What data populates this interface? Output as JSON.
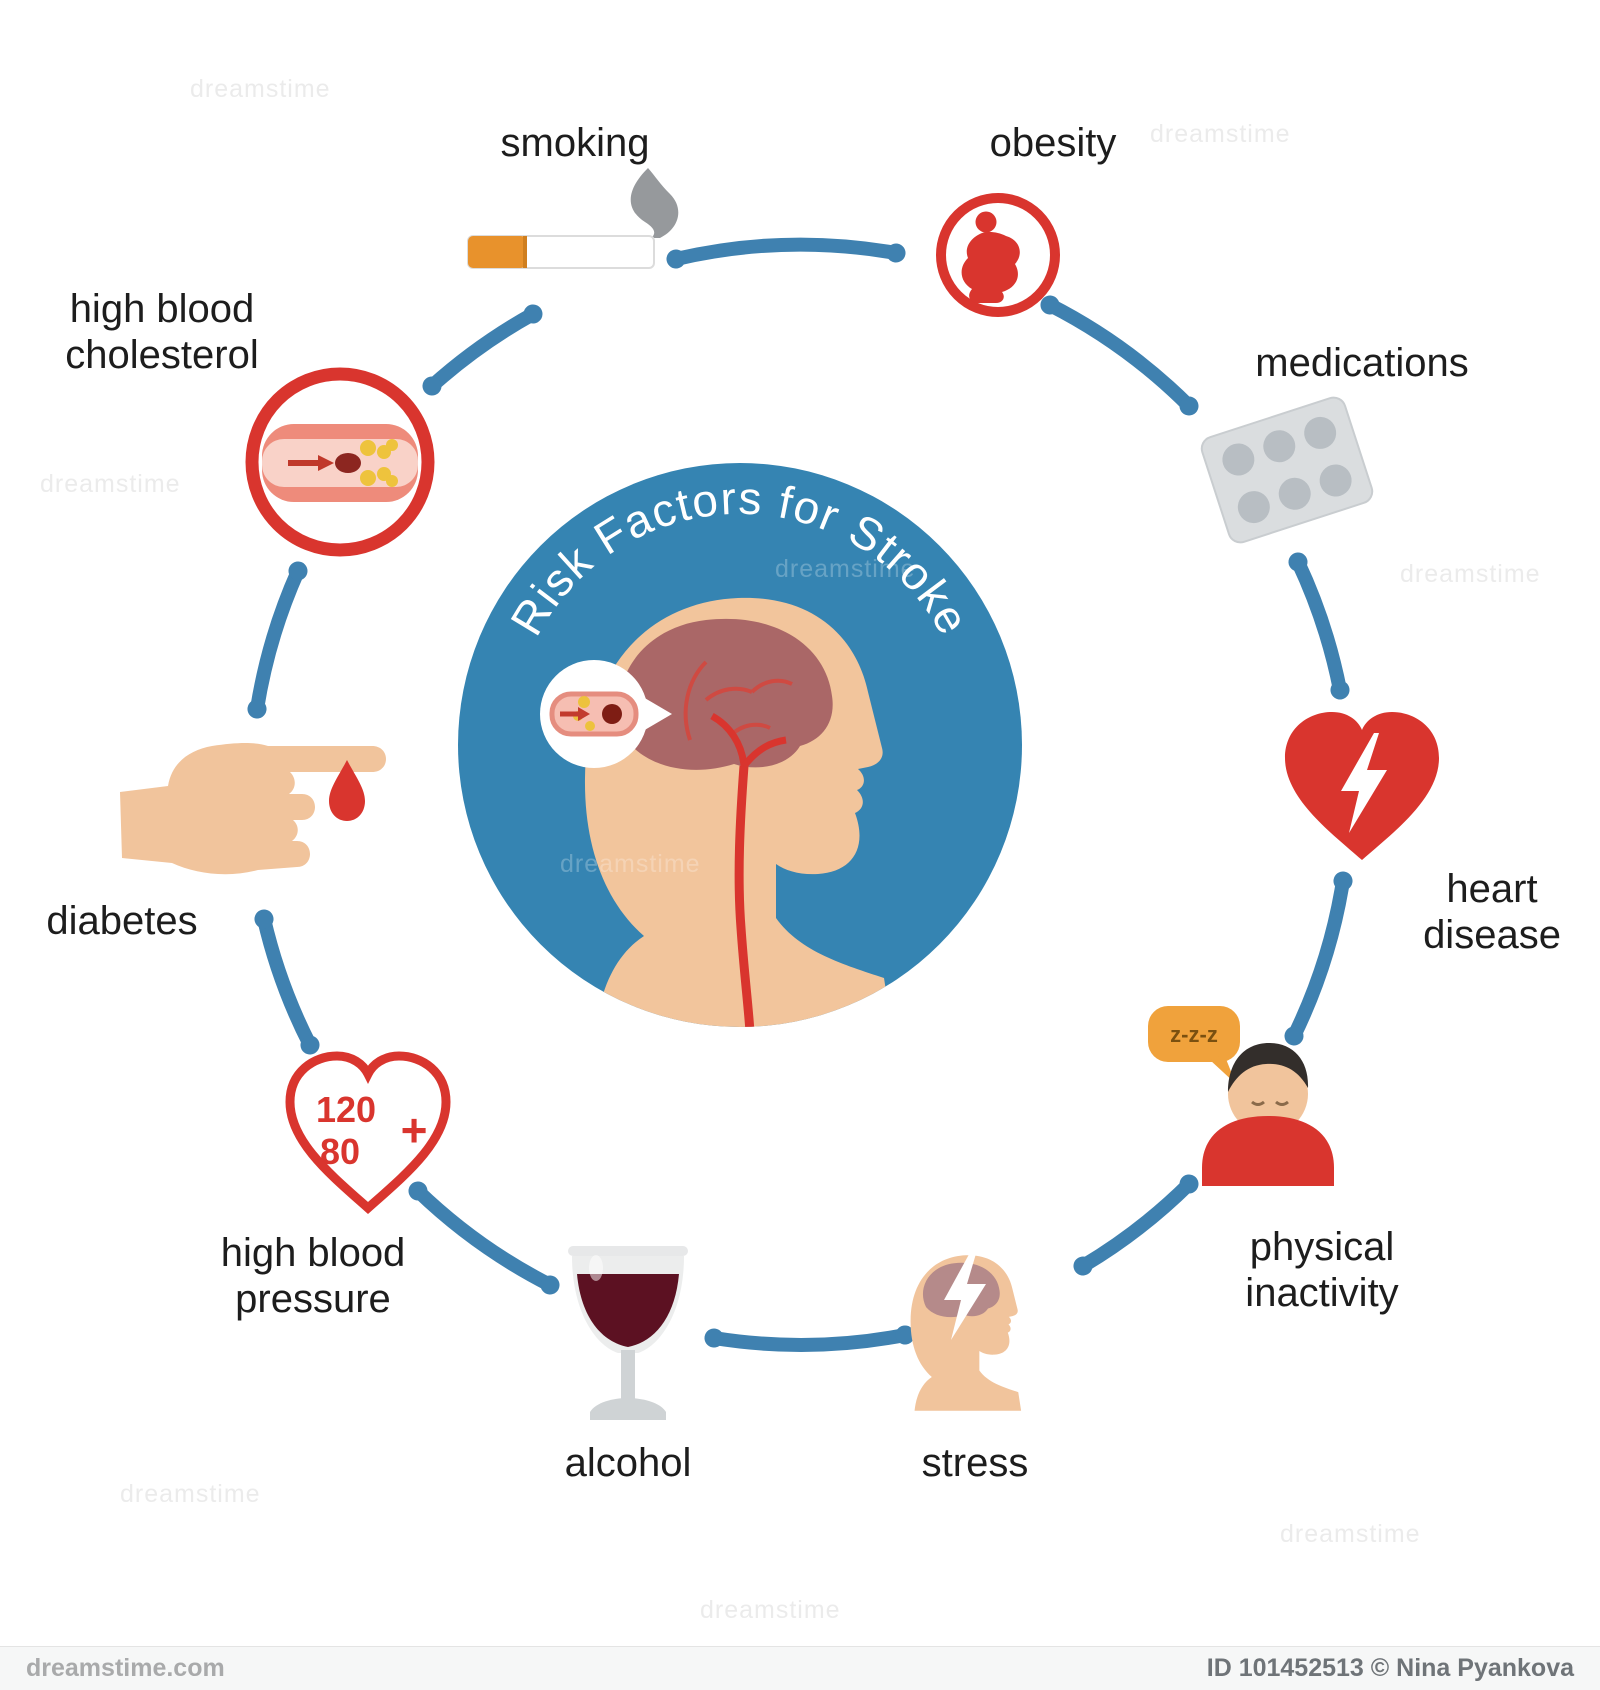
{
  "title": "Risk Factors for Stroke",
  "items": [
    {
      "id": "smoking",
      "label": "smoking"
    },
    {
      "id": "obesity",
      "label": "obesity"
    },
    {
      "id": "medications",
      "label": "medications"
    },
    {
      "id": "heart-disease",
      "label": "heart\ndisease"
    },
    {
      "id": "physical-inactivity",
      "label": "physical\ninactivity"
    },
    {
      "id": "stress",
      "label": "stress"
    },
    {
      "id": "alcohol",
      "label": "alcohol"
    },
    {
      "id": "high-blood-pressure",
      "label": "high blood\npressure"
    },
    {
      "id": "diabetes",
      "label": "diabetes"
    },
    {
      "id": "high-blood-cholesterol",
      "label": "high blood\ncholesterol"
    }
  ],
  "icon_details": {
    "bp_systolic": "120",
    "bp_diastolic": "80",
    "bp_plus": "+",
    "sleep_text": "z-z-z"
  },
  "watermark": {
    "text": "dreamstime"
  },
  "footer": {
    "site": "dreamstime.com",
    "credit": "ID 101452513 © Nina Pyankova"
  },
  "colors": {
    "accent_blue": "#3584b2",
    "connector_blue": "#3f81b0",
    "red": "#d9352e",
    "skin": "#f2c59c",
    "brain": "#aa6767",
    "orange": "#f0a23c"
  }
}
